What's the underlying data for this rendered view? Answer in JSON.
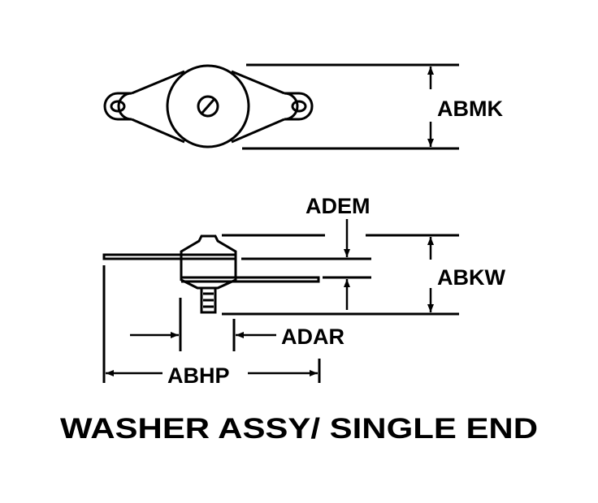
{
  "labels": {
    "abmk": "ABMK",
    "adem": "ADEM",
    "abkw": "ABKW",
    "adar": "ADAR",
    "abhp": "ABHP"
  },
  "title": "WASHER ASSY/ SINGLE END",
  "colors": {
    "ink": "#000000",
    "background": "#ffffff"
  }
}
